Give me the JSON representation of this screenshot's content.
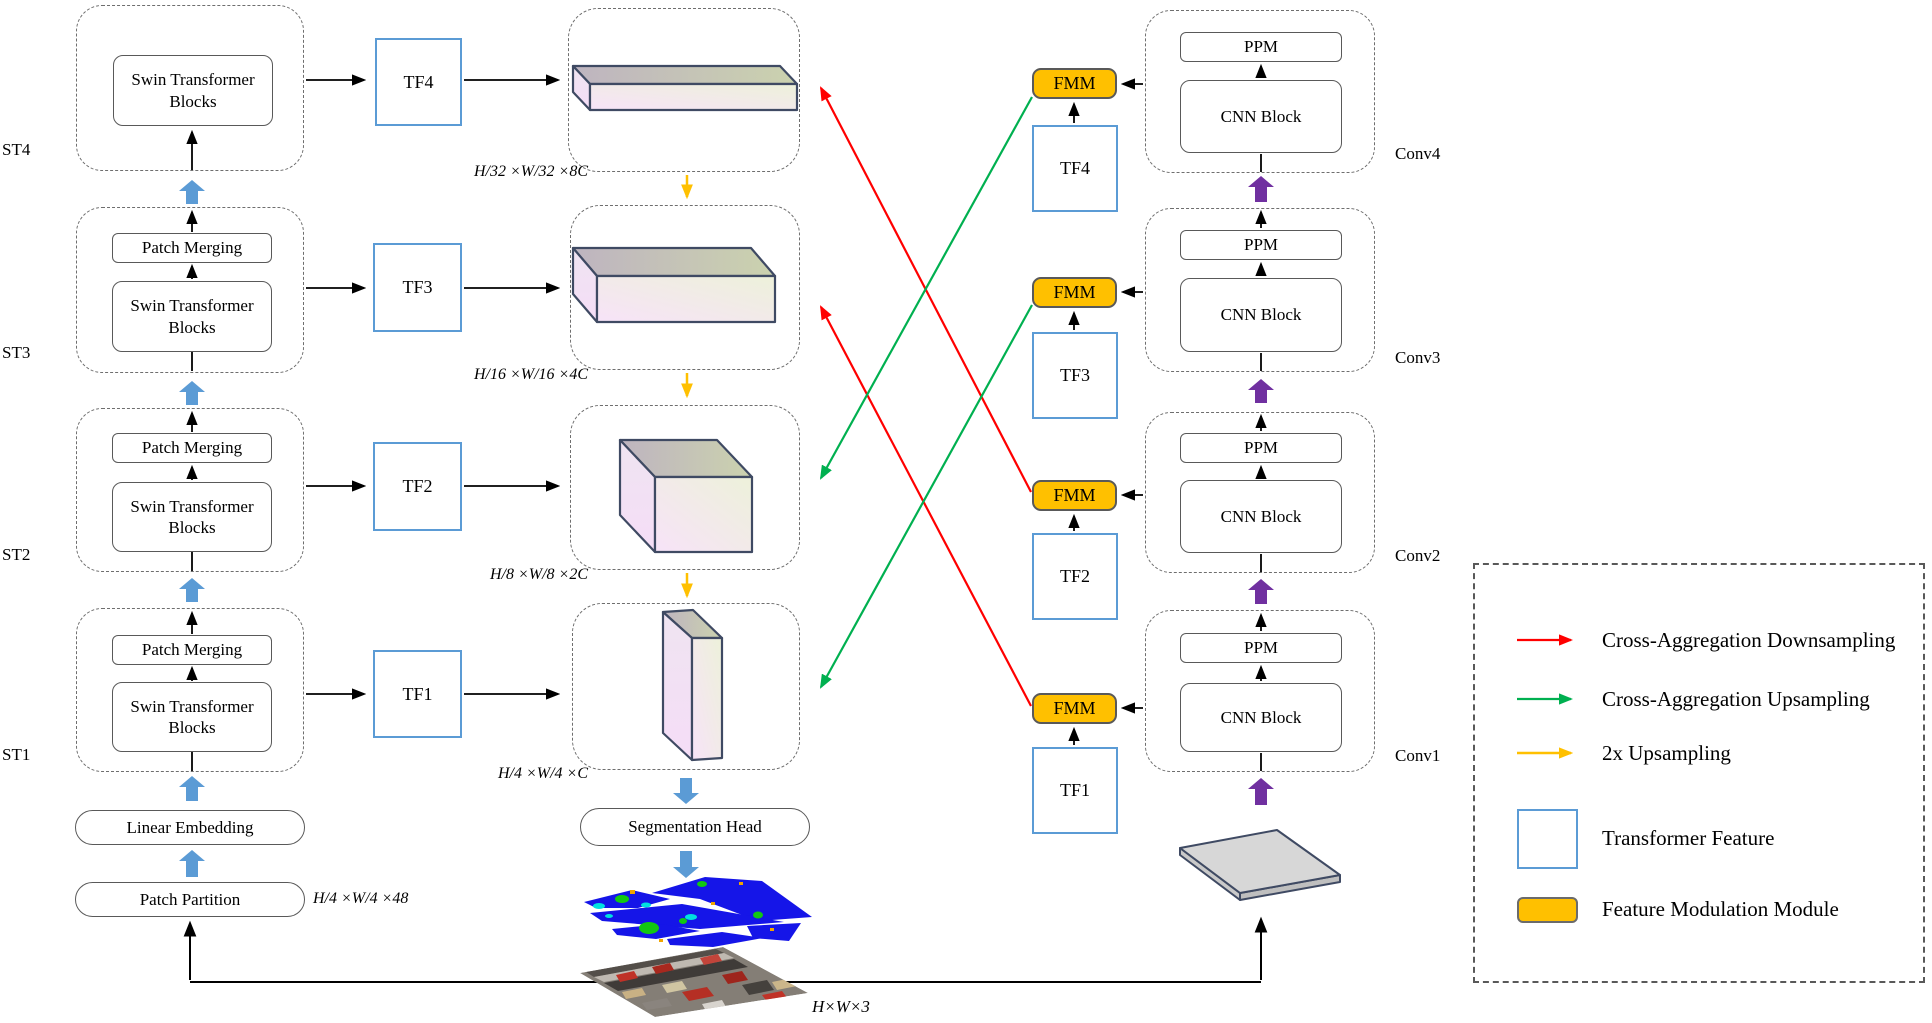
{
  "figure": {
    "left_branch": {
      "stage_labels": [
        "ST4",
        "ST3",
        "ST2",
        "ST1"
      ],
      "swin_block_label": "Swin Transformer Blocks",
      "patch_merging_label": "Patch Merging",
      "linear_embedding_label": "Linear Embedding",
      "patch_partition_label": "Patch Partition",
      "patch_partition_dim": "H/4 ×W/4 ×48"
    },
    "transformer_features_left": [
      "TF4",
      "TF3",
      "TF2",
      "TF1"
    ],
    "feature_dims": [
      "H/32 ×W/32 ×8C",
      "H/16 ×W/16 ×4C",
      "H/8 ×W/8 ×2C",
      "H/4 ×W/4 ×C"
    ],
    "segmentation_head_label": "Segmentation Head",
    "input_dim": "H×W×3",
    "right_branch": {
      "fmm_label": "FMM",
      "transformer_features": [
        "TF4",
        "TF3",
        "TF2",
        "TF1"
      ],
      "ppm_label": "PPM",
      "cnn_block_label": "CNN Block",
      "conv_labels": [
        "Conv4",
        "Conv3",
        "Conv2",
        "Conv1"
      ]
    },
    "legend": {
      "items": [
        {
          "swatch": "red-arrow",
          "color": "#FF0000",
          "label": "Cross-Aggregation Downsampling"
        },
        {
          "swatch": "green-arrow",
          "color": "#00B050",
          "label": "Cross-Aggregation Upsampling"
        },
        {
          "swatch": "orange-arrow",
          "color": "#FFC000",
          "label": "2x Upsampling"
        },
        {
          "swatch": "blue-box",
          "color": "#5B9BD5",
          "label": "Transformer Feature"
        },
        {
          "swatch": "orange-box",
          "color": "#FFC000",
          "label": "Feature Modulation Module"
        }
      ]
    },
    "colors": {
      "transformer_feature_border": "#5B9BD5",
      "fmm_fill": "#FFC000",
      "stage_arrow_blue": "#5B9BD5",
      "conv_arrow_purple": "#7030A0",
      "upsample_orange": "#FFC000",
      "cross_down_red": "#FF0000",
      "cross_up_green": "#00B050"
    }
  }
}
